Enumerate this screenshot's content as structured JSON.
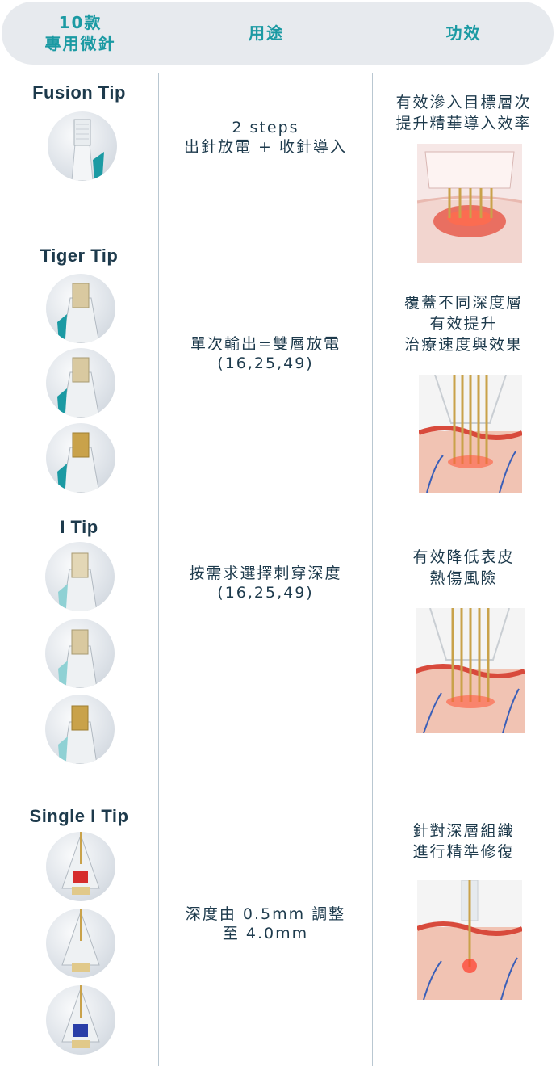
{
  "header": {
    "col1": "10款\n專用微針",
    "col2": "用途",
    "col3": "功效"
  },
  "rows": [
    {
      "tip_name": "Fusion Tip",
      "usage": "2 steps\n出針放電 + 收針導入",
      "effect": "有效滲入目標層次\n提升精華導入效率"
    },
    {
      "tip_name": "Tiger Tip",
      "usage": "單次輸出=雙層放電\n(16,25,49)",
      "effect": "覆蓋不同深度層\n有效提升\n治療速度與效果"
    },
    {
      "tip_name": "I Tip",
      "usage": "按需求選擇刺穿深度\n(16,25,49)",
      "effect": "有效降低表皮\n熱傷風險"
    },
    {
      "tip_name": "Single I Tip",
      "usage": "深度由 0.5mm 調整\n至 4.0mm",
      "effect": "針對深層組織\n進行精準修復"
    }
  ],
  "colors": {
    "header_bg": "#e7eaee",
    "header_text": "#1b9aa3",
    "body_text": "#1d3a4c",
    "divider": "#b9c7d1",
    "gold_needle": "#c9a24a",
    "tissue_red": "#d9534f",
    "vein_blue": "#3a5fb8",
    "cap_red": "#d62c2c",
    "cap_gold": "#e1c98a",
    "cap_blue": "#2a3fa8"
  }
}
